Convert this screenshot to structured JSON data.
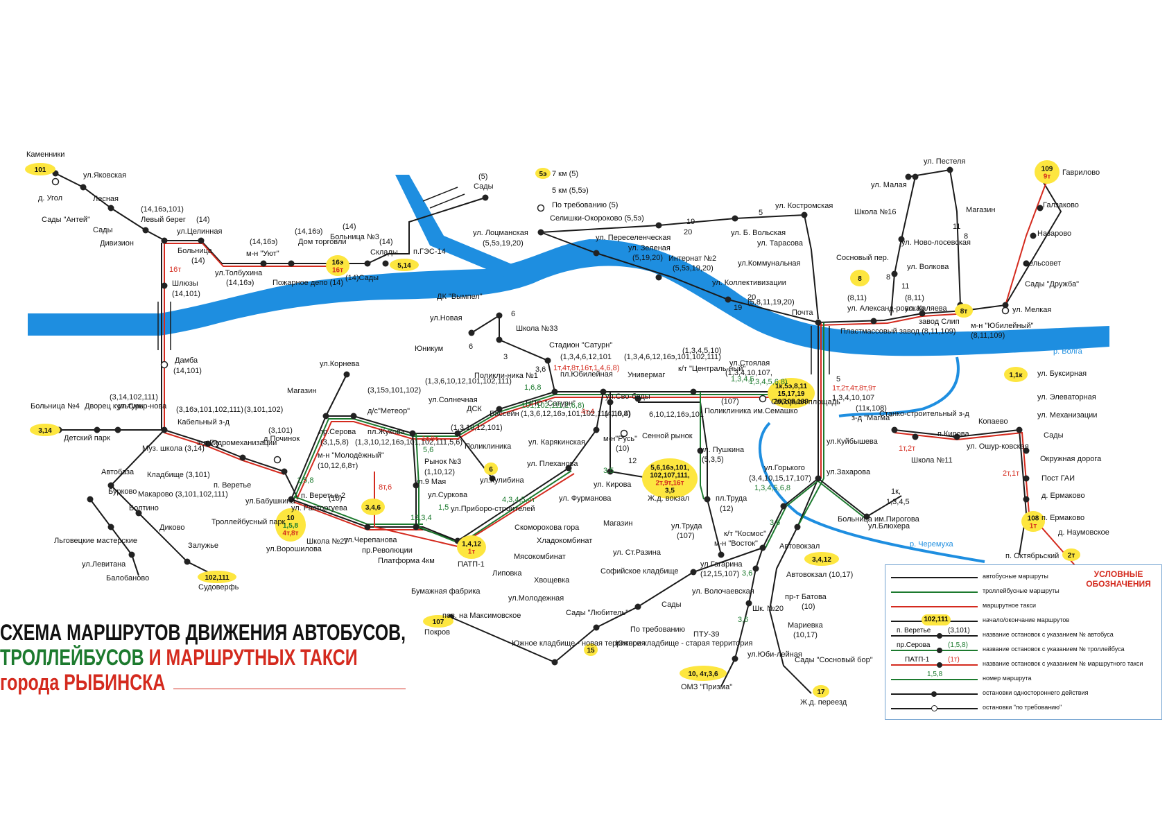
{
  "title": {
    "line1": "СХЕМА МАРШРУТОВ ДВИЖЕНИЯ АВТОБУСОВ,",
    "line2_green": "ТРОЛЛЕЙБУСОВ",
    "line2_red": "И МАРШРУТНЫХ ТАКСИ",
    "line3": "города РЫБИНСКА"
  },
  "colors": {
    "bus": "#1a1a1a",
    "trolley": "#1c7a2e",
    "taxi": "#d42a1e",
    "river": "#1e8ee0",
    "badge": "#fde63f"
  },
  "rivers": {
    "volga": "р. Волга",
    "cheremukha": "р. Черемуха"
  },
  "stops": {
    "kamenniki": "Каменники",
    "yakovskaya": "ул.Яковская",
    "ugol": "д. Угол",
    "lesnaya": "Лесная",
    "sady_antey": "Сады \"Антей\"",
    "sady_div": "Сады",
    "divizion": "Дивизион",
    "levy_bereg_num": "(14,16э,101)",
    "levy_bereg": "Левый берег",
    "tselinnaya_num": "(14)",
    "tselinnaya": "ул.Целинная",
    "bolnitsa14": "Больница",
    "bolnitsa14_num": "(14)",
    "tolbukhina": "ул.Толбухина",
    "tolbukhina_num": "(14,16э)",
    "uyut_num": "(14,16э)",
    "uyut": "м-н \"Уют\"",
    "dom_torgovli_num": "(14,16э)",
    "dom_torgovli": "Дом торговли",
    "pozharnoe": "Пожарное депо (14)",
    "bolnitsa3_num": "(14)",
    "bolnitsa3": "Больница №3",
    "sady14": "(14)Сады",
    "sklady_num": "(14)",
    "sklady": "Склады",
    "ges14": "п.ГЭС-14",
    "sady5_num": "(5)",
    "sady5": "Сады",
    "km7": "7 км (5)",
    "km5": "5 км (5,5э)",
    "po_treb5": "По требованию (5)",
    "selishchi": "Селишки-Окороково (5,5э)",
    "lotsmanskaya": "ул. Лоцманская",
    "lotsmanskaya_num": "(5,5э,19,20)",
    "pereselencheskaya": "ул. Переселенческая",
    "zelenaya": "ул. Зеленая",
    "zelenaya_num": "(5,19,20)",
    "internat2": "Интернат №2",
    "internat2_num": "(5,5э,19,20)",
    "bolskaya": "ул. Б. Вольская",
    "kostromskaya": "ул. Костромская",
    "tarasova": "ул. Тарасова",
    "kommunalnaya": "ул.Коммунальная",
    "kollektivizatsii": "ул. Коллективизации",
    "pochta_num": "(5,8,11,19,20)",
    "pochta": "Почта",
    "sosnovy": "Сосновый пер.",
    "pestelya": "ул. Пестеля",
    "malaya": "ул. Малая",
    "shkola16": "Школа №16",
    "magazin_p": "Магазин",
    "novoselovskaya": "ул. Ново-лосевская",
    "volkova": "ул. Волкова",
    "aleksandrovskaya_num": "(8,11)",
    "aleksandrovskaya": "ул. Александ-ровская",
    "kalyaeva_num": "(8,11)",
    "kalyaeva": "ул. Каляева",
    "zavod_slip": "завод Слип",
    "yubileyny": "м-н \"Юбилейный\"",
    "yubileyny_num": "(8,11,109)",
    "plastmass": "Пластмассовый завод (8,11,109)",
    "gavrilovo": "Гаврилово",
    "galzakovo": "Галзаково",
    "nazarovo": "Назарово",
    "selsovet": "Сельсовет",
    "sady_druzhba": "Сады \"Дружба\"",
    "melkaya": "ул. Мелкая",
    "shlyuzy": "Шлюзы",
    "shlyuzy_num": "(14,101)",
    "damba": "Дамба",
    "damba_num": "(14,101)",
    "dk_vympel": "ДК \"Вымпел\"",
    "novaya": "ул.Новая",
    "shkola33": "Школа №33",
    "yunikum": "Юникум",
    "stadion": "Стадион \"Сатурн\"",
    "poliklinika1": "Поликли-ника №1",
    "korneva": "ул.Корнева",
    "magazin_k": "Магазин",
    "bolnitsa4": "Больница №4",
    "dvorets": "Дворец культуры",
    "smirnova": "ул.Смир-нова",
    "smirnova_num": "(3,14,102,111)",
    "kabelny": "Кабельный з-д",
    "kabelny_num": "(3,16э,101,102,111)",
    "gidromekh": "з-д Гидромеханизации",
    "gidromekh_num": "(3,101,102)",
    "detsky_park": "Детский парк",
    "muz_shkola": "Муз. школа (3,14)",
    "kladbishche": "Кладбище (3,101)",
    "makarovo": "Макарово (3,101,102,111)",
    "pochinok": "д.Починок",
    "pochinok_num": "(3,101)",
    "veretye": "п. Веретье",
    "babushkina": "ул.Бабушкина",
    "veretye2": "п. Веретье-2",
    "serova": "пр.Серова",
    "serova_num": "(3,1,5,8)",
    "molodezhny": "м-н \"Молодёжный\"",
    "molodezhny_num": "(10,12,6,8т)",
    "zhukova": "пл.Жукова",
    "zhukova_num": "(1,3,10,12,16э,101,102,111,5,6)",
    "meteor": "д/с\"Метеор\"",
    "meteor_num": "(3,15э,101,102)",
    "solnechnaya": "ул.Солнечная",
    "solnechnaya_num": "(1,3,6,10,12,101,102,111)",
    "dsk": "ДСК",
    "dsk_num": "(1,3,10,12,101)",
    "basseyn": "Бассейн",
    "poliklinika": "Поликлиника",
    "kulibina": "ул.Кулибина",
    "rynok3": "Рынок №3",
    "rynok3_num": "(1,10,12)",
    "may9": "ул.9 Мая",
    "surkova": "ул.Суркова",
    "priborostroiteley": "ул.Приборо-строителей",
    "avtobaza": "Автобаза",
    "burkovo": "Бурково",
    "boltino": "Болтино",
    "dikovo": "Диково",
    "zaluzhye": "Залужье",
    "lgovetskie": "Льговецкие мастерские",
    "levitana": "ул.Левитана",
    "balobanovo": "Балобаново",
    "sudoverf": "Судоверфь",
    "trolleybus_park": "Троллейбусный парк",
    "rastorgueva": "ул. Расторгуева",
    "rastorgueva_num": "(10)",
    "voroshilova": "ул.Ворошилова",
    "shkola27": "Школа №27",
    "cherepanova": "ул.Черепанова",
    "revolyutsii": "пр.Революции",
    "platforma4": "Платформа 4км",
    "patp1": "ПАТП-1",
    "saturn": "НПО \"Сатурн\"",
    "saturn_num": "(1,3,6,12,16э,101,102,111,1,6,8)",
    "yubileynaya": "пл.Юбилейная",
    "yubileynaya_num": "(1,3,4,6,12,101",
    "karyakinskaya": "ул. Карякинская",
    "plekhanova": "ул. Плеханова",
    "furmanova": "ул. Фурманова",
    "skomorokhova": "Скоморохова гора",
    "svobody": "ул.Сво-боды",
    "svobody_num": "(4,10,4)",
    "rus": "м-н\"Русь\"",
    "rus_num": "(10)",
    "kirova": "ул. Кирова",
    "univermag": "Универмаг",
    "univermag_num": "(1,3,4,6,12,16э,101,102,111)",
    "senny": "Сенной рынок",
    "senny_num": "6,10,12,16э,101",
    "zhd_vokzal": "Ж.д. вокзал",
    "tsentralny": "к/т \"Централь-ный\"",
    "tsentralny_num": "(1,3,4,5,10)",
    "stoyalaya": "ул.Стоялая",
    "stoyalaya_num": "(1,3,4,10,107,",
    "sobornaya": "Соборная площадь",
    "poliklinika_sem": "Поликлиника им.Семашко",
    "poliklinika_sem_num": "(107)",
    "pushkina": "ул. Пушкина",
    "pushkina_num": "(5,3,5)",
    "pl_truda": "пл.Труда",
    "pl_truda_num": "(12)",
    "gorkogo": "ул.Горького",
    "gorkogo_num": "(3,4,10,15,17,107)",
    "kosmos": "к/т \"Космос\"",
    "vostok": "м-н \"Восток\"",
    "ul_truda": "ул.Труда",
    "ul_truda_num": "(107)",
    "magazin_t": "Магазин",
    "khladokombinat": "Хладокомбинат",
    "myasokombinat": "Мясокомбинат",
    "razina": "ул. Ст.Разина",
    "lipovka": "Липовка",
    "khvoshchevka": "Хвощевка",
    "sofiyskoe": "Софийское кладбище",
    "gagarina": "ул.Гагарина",
    "gagarina_num": "(12,15,107)",
    "bumazhnaya": "Бумажная фабрика",
    "molodezhnaya": "ул.Молодежная",
    "maksimovskoe": "пов. на Максимовское",
    "pokrov": "Покров",
    "sady_lyubitel": "Сады \"Любитель\"",
    "sady_sv": "Сады",
    "volochaevskaya": "ул. Волочаевская",
    "po_treb": "По требованию",
    "yuzhnoe_new": "Южное кладбище - новая территория",
    "yuzhnoe_old": "Южное кладбище - старая территория",
    "ptu39": "ПТУ-39",
    "yubileynaya2": "ул.Юби-лейная",
    "prizma": "ОМЗ \"Призма\"",
    "shk20": "Шк. №20",
    "avtovokzal": "Автовокзал",
    "avtovokzal_num": "Автовокзал (10,17)",
    "batova": "пр-т Батова",
    "batova_num": "(10)",
    "marievka": "Мариевка",
    "marievka_num": "(10,17)",
    "sady_sosnovy": "Сады \"Сосновый бор\"",
    "pereezd": "Ж.д. переезд",
    "zakharova": "ул.Захарова",
    "kuybysheva": "ул.Куйбышева",
    "magma": "з-д \"Магма\"",
    "magma_num": "(11к,108)",
    "stankostroitelny": "Станко-строительный з-д",
    "kirova_p": "п.Кирова",
    "shkola11": "Школа №11",
    "kopaevo": "Копаево",
    "oshurkovskaya": "ул. Ошур-ковская",
    "bolnitsa_pir": "Больница им.Пирогова",
    "blyukhera": "ул.Блюхера",
    "buksirnaya": "ул. Буксирная",
    "elevatornaya": "ул. Элеваторная",
    "mekhanizatsii": "ул. Механизации",
    "sady_m": "Сады",
    "okruzhnaya": "Окружная дорога",
    "post_gai": "Пост ГАИ",
    "ermakovo": "д. Ермаково",
    "p_ermakovo": "п. Ермаково",
    "naumovskoe": "д. Наумовское",
    "oktyabrsky": "п. Октябрьский"
  },
  "badges": {
    "b101": "101",
    "b16e": "16э",
    "b16t": "16т",
    "b5e": "5э",
    "b514": "5,14",
    "b109": "109",
    "b9t": "9т",
    "b8": "8",
    "b8t": "8т",
    "b314": "3,14",
    "b6": "6",
    "b10": "10",
    "b158": "1,5,8",
    "b48t": "4т,8т",
    "b346": "3,4,6",
    "b1412": "1,4,12",
    "b1t": "1т",
    "b102111": "102,111",
    "b107": "107",
    "b15": "15",
    "b17": "17",
    "b1k": "1,1к",
    "b108": "108",
    "b2t": "2т",
    "b3412": "3,4,12",
    "b104": "10, 4т,3,6",
    "vokzal1": "5,6,16э,101,",
    "vokzal2": "102,107,111,",
    "vokzal3": "2т,9т,16т",
    "vokzal4": "3,5",
    "sob1": "1к,5э,8,11",
    "sob2": "15,17,19",
    "sob3": "20,108,109"
  },
  "route_marks": {
    "m16t": "16т",
    "m19": "19",
    "m20": "20",
    "m11": "11",
    "m8": "8",
    "m6": "6",
    "m3": "3",
    "m36": "3,6",
    "m168": "1,6,8",
    "m1t8t": "1т,8т",
    "m56": "5,6",
    "m8t6": "8т,6",
    "m15": "1,5",
    "m1234": "12,3,4",
    "m4t4": "4т,4",
    "m35": "3,5",
    "m12": "12",
    "m4345": "4,3,4,5,4т",
    "m1345": "1,3,4,5",
    "m13456": "1,3,4,5,6,8",
    "m1k": "1к,",
    "m1345b": "1,3,4,5",
    "m1t2t": "1т,2т",
    "m2t1t": "2т,1т",
    "m5": "5",
    "m_sob": "1т,2т,4т,8т,9т",
    "m_sob2": "1,3,4,10,107",
    "m36b": "3,6",
    "m36c": "3,6",
    "m158": "1,5,8",
    "m_yub": "1т,4т,8т,16т,1,4,6,8)",
    "m_yub2": "101,102,111,1,6,8)",
    "m_stoy": "1,3,4,5,6,8)"
  },
  "legend": {
    "title": "УСЛОВНЫЕ ОБОЗНАЧЕНИЯ",
    "rows": [
      "автобусные маршруты",
      "троллейбусные маршруты",
      "маршрутное такси",
      "начало/окончание маршрутов",
      "название остановок с указанием № автобуса",
      "название остановок с указанием № троллейбуса",
      "название остановок с указанием № маршрутного такси",
      "номер маршрута",
      "остановки одностороннего действия",
      "остановки \"по требованию\""
    ],
    "sample_badge": "102,111",
    "sample_bus_name": "п. Веретье",
    "sample_bus_num": "(3,101)",
    "sample_trolley_name": "пр.Серова",
    "sample_trolley_num": "(1,5,8)",
    "sample_taxi_name": "ПАТП-1",
    "sample_taxi_num": "(1т)",
    "sample_route": "1,5,8"
  }
}
